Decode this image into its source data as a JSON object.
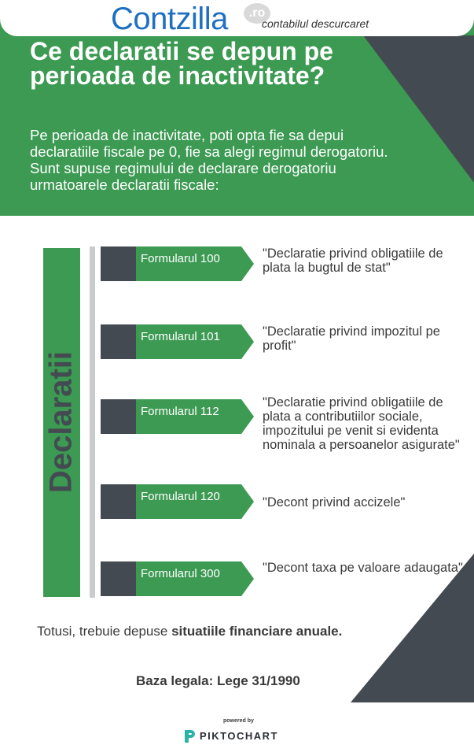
{
  "brand": {
    "name": "Contzilla",
    "domain_badge": ".ro",
    "tagline": "contabilul descurcaret"
  },
  "header": {
    "title": "Ce declaratii se depun pe perioada de inactivitate?",
    "intro_line1": "Pe perioada de inactivitate, poti opta fie sa depui declaratiile fiscale pe 0, fie sa alegi regimul derogatoriu.",
    "intro_line2": "Sunt supuse regimului de declarare derogatoriu urmatoarele declaratii fiscale:"
  },
  "sidebar": {
    "label": "Declaratii"
  },
  "forms": [
    {
      "label": "Formularul 100",
      "description": "\"Declaratie privind obligatiile de plata la bugtul de stat\""
    },
    {
      "label": "Formularul 101",
      "description": "\"Declaratie privind impozitul pe profit\""
    },
    {
      "label": "Formularul 112",
      "description": "\"Declaratie privind obligatiile de plata a contributiilor sociale, impozitului pe venit si evidenta nominala a persoanelor asigurate\""
    },
    {
      "label": "Formularul 120",
      "description": "\"Decont privind accizele\""
    },
    {
      "label": "Formularul 300",
      "description": "\"Decont taxa pe valoare adaugata\""
    }
  ],
  "footer": {
    "note_prefix": "Totusi, trebuie depuse ",
    "note_bold": "situatiile financiare anuale.",
    "legal": "Baza legala: Lege 31/1990",
    "powered_by": "powered by",
    "provider": "PIKTOCHART"
  },
  "colors": {
    "green": "#3c9a53",
    "dark_gray": "#444a51",
    "brand_blue": "#1f6fc0"
  }
}
